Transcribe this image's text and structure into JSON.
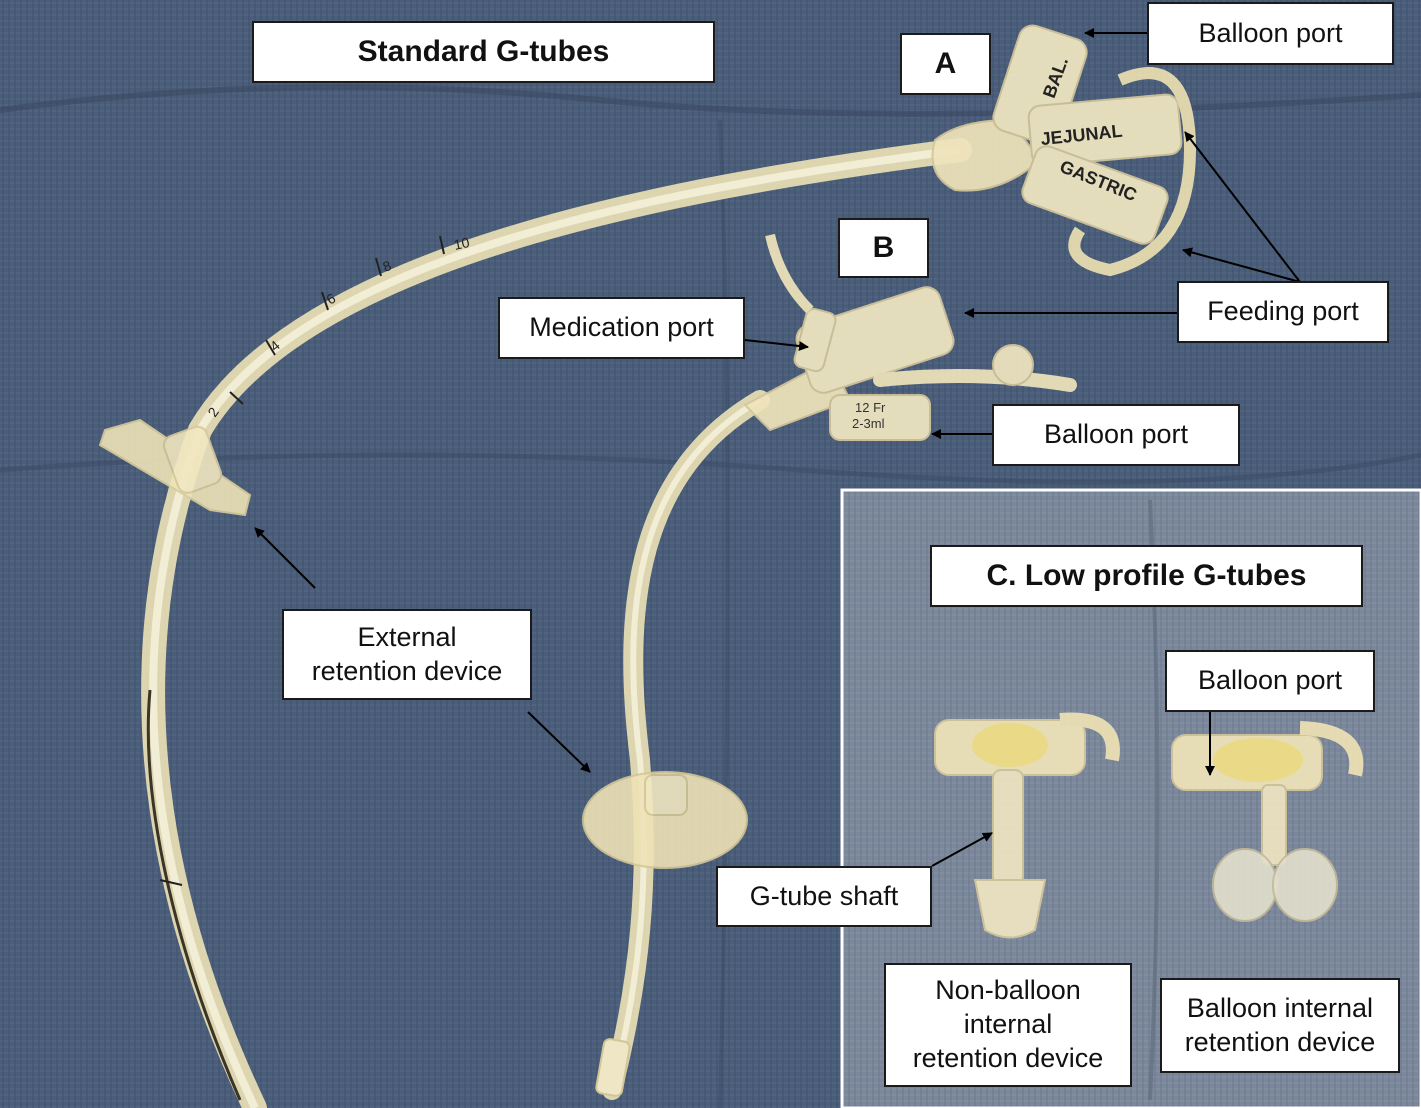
{
  "labels": {
    "standard_title": "Standard G-tubes",
    "panel_a": "A",
    "panel_b": "B",
    "balloon_port_a": "Balloon port",
    "feeding_port": "Feeding port",
    "medication_port": "Medication port",
    "balloon_port_b": "Balloon port",
    "external_retention_line1": "External",
    "external_retention_line2": "retention device",
    "low_profile_title": "C. Low profile G-tubes",
    "balloon_port_c": "Balloon port",
    "g_tube_shaft": "G-tube shaft",
    "non_balloon_line1": "Non-balloon",
    "non_balloon_line2": "internal",
    "non_balloon_line3": "retention device",
    "balloon_internal_line1": "Balloon internal",
    "balloon_internal_line2": "retention device"
  },
  "device_markings": {
    "bal": "BAL.",
    "jejunal": "JEJUNAL",
    "gastric": "GASTRIC",
    "size": "12 Fr",
    "volume": "2-3ml",
    "tick_2": "2",
    "tick_4": "4",
    "tick_6": "6",
    "tick_8": "8",
    "tick_10": "10"
  },
  "colors": {
    "drape": "#4a5d78",
    "drape_inset": "#7a879a",
    "tube": "#f1e7c0",
    "label_border": "#1a1a1a"
  }
}
